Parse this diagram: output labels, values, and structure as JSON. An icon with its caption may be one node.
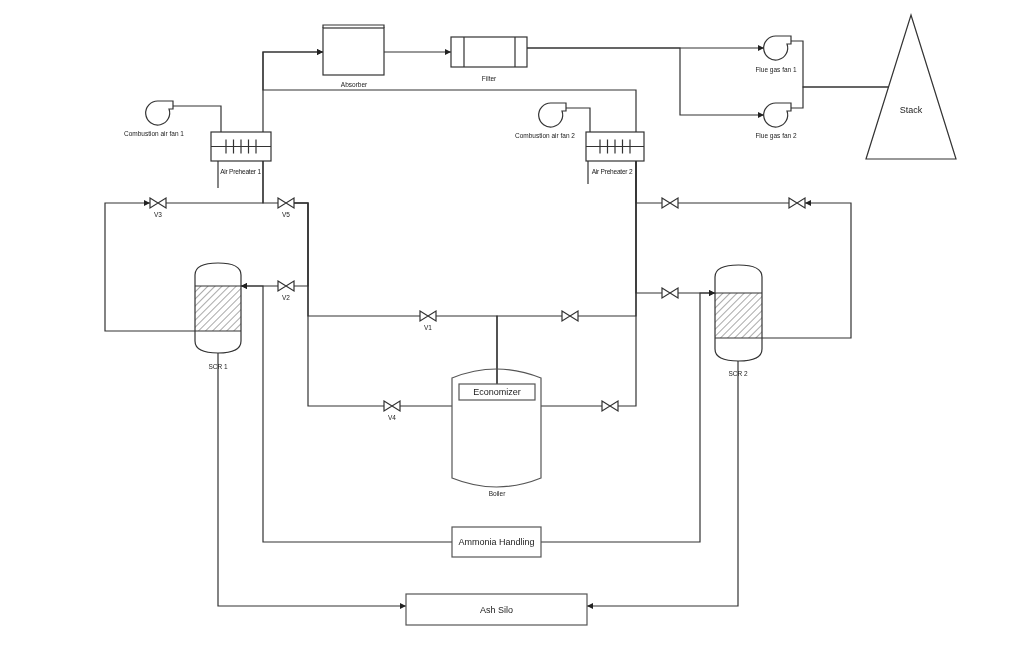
{
  "diagram": {
    "nodes": [
      {
        "text": [
          "Absorber"
        ]
      },
      {
        "text": [
          "Filter"
        ]
      },
      {
        "text": [
          "Flue gas fan 1"
        ]
      },
      {
        "text": [
          "Flue gas fan 2"
        ]
      },
      {
        "text": [
          "Stack"
        ]
      },
      {
        "text": [
          "Combustion air fan 1"
        ]
      },
      {
        "text": [
          "Air Preheater 1"
        ]
      },
      {
        "text": [
          "Combustion air fan 2"
        ]
      },
      {
        "text": [
          "Air Preheater 2"
        ]
      },
      {
        "text": [],
        "shape": "valve",
        "beside": [
          "V3"
        ]
      },
      {
        "text": [],
        "shape": "valve",
        "beside": [
          "V5"
        ]
      },
      {
        "text": [
          "SCR 1"
        ]
      },
      {
        "text": [],
        "shape": "valve",
        "beside": [
          "V2"
        ]
      },
      {
        "text": [],
        "shape": "valve",
        "beside": [
          "V1"
        ]
      },
      {
        "text": [],
        "shape": "valve",
        "beside": [
          "V4"
        ]
      },
      {
        "text": [
          "Boiler"
        ]
      },
      {
        "text": [
          "Economizer"
        ],
        "in": 15
      },
      {
        "text": [],
        "shape": "valve"
      },
      {
        "text": [],
        "shape": "valve"
      },
      {
        "text": [],
        "shape": "valve"
      },
      {
        "text": [
          "SCR 2"
        ]
      },
      {
        "text": [],
        "shape": "valve"
      },
      {
        "text": [],
        "shape": "valve"
      },
      {
        "text": [
          "Ammonia Handling"
        ]
      },
      {
        "text": [
          "Ash Silo"
        ]
      }
    ],
    "edges": [
      {
        "from": 6,
        "to": 0,
        "arrow": "to"
      },
      {
        "from": 8,
        "to": 0,
        "arrow": "to"
      },
      {
        "from": 0,
        "to": 1,
        "arrow": "to"
      },
      {
        "from": 1,
        "to": 2,
        "arrow": "to"
      },
      {
        "from": 1,
        "to": 3,
        "arrow": "to"
      },
      {
        "from": 2,
        "to": 4,
        "arrow": "none"
      },
      {
        "from": 3,
        "to": 4,
        "arrow": "none"
      },
      {
        "from": 5,
        "to": 6,
        "arrow": "none"
      },
      {
        "from": 7,
        "to": 8,
        "arrow": "none"
      },
      {
        "from": 6,
        "to": null,
        "arrow": "none"
      },
      {
        "from": 8,
        "to": null,
        "arrow": "none"
      },
      {
        "from": 11,
        "to": 9,
        "arrow": "to"
      },
      {
        "from": 9,
        "to": 6,
        "arrow": "none"
      },
      {
        "from": 10,
        "to": 6,
        "arrow": "none"
      },
      {
        "from": 10,
        "to": 12,
        "arrow": "none"
      },
      {
        "from": 10,
        "to": 13,
        "arrow": "none"
      },
      {
        "from": 10,
        "to": 14,
        "arrow": "none"
      },
      {
        "from": 12,
        "to": 11,
        "arrow": "to"
      },
      {
        "from": 13,
        "to": 16,
        "arrow": "none"
      },
      {
        "from": 21,
        "to": 16,
        "arrow": "none"
      },
      {
        "from": 14,
        "to": 15,
        "arrow": "none"
      },
      {
        "from": 8,
        "to": 17,
        "arrow": "none"
      },
      {
        "from": 8,
        "to": 19,
        "arrow": "none"
      },
      {
        "from": 8,
        "to": 21,
        "arrow": "none"
      },
      {
        "from": 8,
        "to": 22,
        "arrow": "none"
      },
      {
        "from": 17,
        "to": 18,
        "arrow": "none"
      },
      {
        "from": 20,
        "to": 18,
        "arrow": "to"
      },
      {
        "from": 19,
        "to": 20,
        "arrow": "to"
      },
      {
        "from": 22,
        "to": 15,
        "arrow": "none"
      },
      {
        "from": 23,
        "to": 11,
        "arrow": "to"
      },
      {
        "from": 23,
        "to": 20,
        "arrow": "to"
      },
      {
        "from": 11,
        "to": 24,
        "arrow": "to"
      },
      {
        "from": 20,
        "to": 24,
        "arrow": "to"
      }
    ]
  }
}
